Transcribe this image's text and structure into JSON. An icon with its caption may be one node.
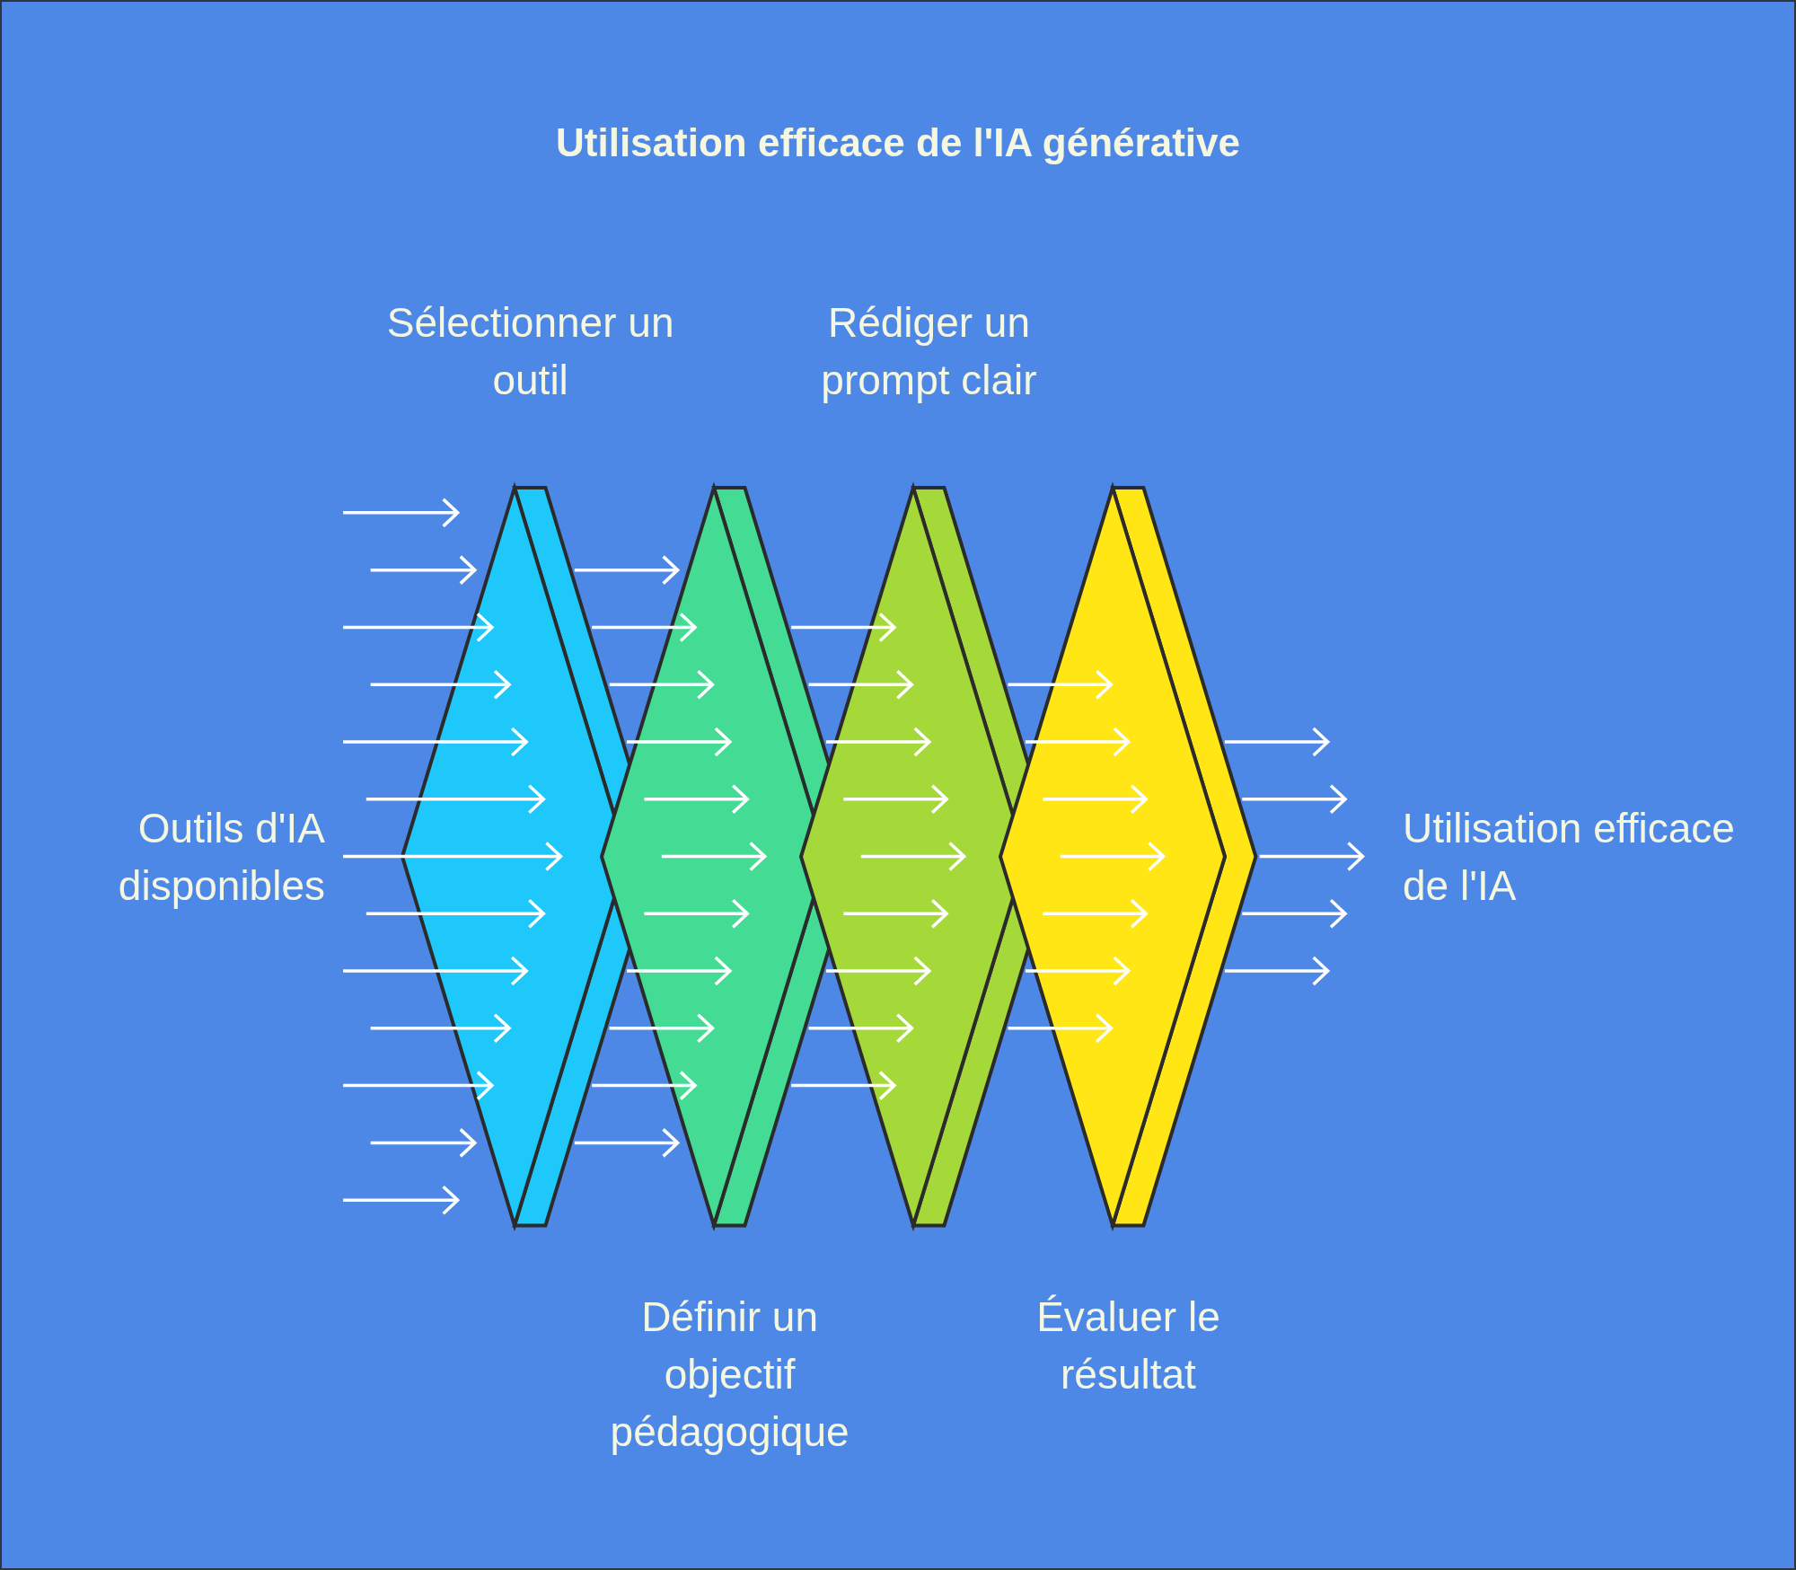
{
  "diagram": {
    "title": "Utilisation efficace de l'IA générative",
    "nodes": [
      {
        "text": [
          "Sélectionner un outil"
        ]
      },
      {
        "text": [
          "Définir un objectif pédagogique"
        ]
      },
      {
        "text": [
          "Rédiger un prompt clair"
        ]
      },
      {
        "text": [
          "Évaluer le résultat"
        ]
      }
    ],
    "edges": [
      {
        "from": null,
        "to": 0,
        "arrow": "to"
      },
      {
        "from": null,
        "to": 0,
        "arrow": "to"
      },
      {
        "from": null,
        "to": 0,
        "arrow": "to"
      },
      {
        "from": null,
        "to": 0,
        "arrow": "to"
      },
      {
        "from": null,
        "to": 0,
        "arrow": "to"
      },
      {
        "from": null,
        "to": 0,
        "arrow": "to"
      },
      {
        "from": null,
        "to": 0,
        "arrow": "to"
      },
      {
        "from": null,
        "to": 0,
        "arrow": "to"
      },
      {
        "from": null,
        "to": 0,
        "arrow": "to"
      },
      {
        "from": null,
        "to": 0,
        "arrow": "to"
      },
      {
        "from": null,
        "to": 0,
        "arrow": "to"
      },
      {
        "from": null,
        "to": 0,
        "arrow": "to"
      },
      {
        "from": null,
        "to": 0,
        "arrow": "to"
      },
      {
        "from": 0,
        "to": 1,
        "arrow": "to"
      },
      {
        "from": 0,
        "to": 1,
        "arrow": "to"
      },
      {
        "from": 0,
        "to": 1,
        "arrow": "to"
      },
      {
        "from": 0,
        "to": 1,
        "arrow": "to"
      },
      {
        "from": 0,
        "to": 1,
        "arrow": "to"
      },
      {
        "from": 0,
        "to": 1,
        "arrow": "to"
      },
      {
        "from": 0,
        "to": 1,
        "arrow": "to"
      },
      {
        "from": 0,
        "to": 1,
        "arrow": "to"
      },
      {
        "from": 0,
        "to": 1,
        "arrow": "to"
      },
      {
        "from": 0,
        "to": 1,
        "arrow": "to"
      },
      {
        "from": 0,
        "to": 1,
        "arrow": "to"
      },
      {
        "from": 1,
        "to": 2,
        "arrow": "to"
      },
      {
        "from": 1,
        "to": 2,
        "arrow": "to"
      },
      {
        "from": 1,
        "to": 2,
        "arrow": "to"
      },
      {
        "from": 1,
        "to": 2,
        "arrow": "to"
      },
      {
        "from": 1,
        "to": 2,
        "arrow": "to"
      },
      {
        "from": 1,
        "to": 2,
        "arrow": "to"
      },
      {
        "from": 1,
        "to": 2,
        "arrow": "to"
      },
      {
        "from": 1,
        "to": 2,
        "arrow": "to"
      },
      {
        "from": 1,
        "to": 2,
        "arrow": "to"
      },
      {
        "from": 2,
        "to": 3,
        "arrow": "to"
      },
      {
        "from": 2,
        "to": 3,
        "arrow": "to"
      },
      {
        "from": 2,
        "to": 3,
        "arrow": "to"
      },
      {
        "from": 2,
        "to": 3,
        "arrow": "to"
      },
      {
        "from": 2,
        "to": 3,
        "arrow": "to"
      },
      {
        "from": 2,
        "to": 3,
        "arrow": "to"
      },
      {
        "from": 2,
        "to": 3,
        "arrow": "to"
      },
      {
        "from": 3,
        "to": null,
        "arrow": "to"
      },
      {
        "from": 3,
        "to": null,
        "arrow": "to"
      },
      {
        "from": 3,
        "to": null,
        "arrow": "to"
      },
      {
        "from": 3,
        "to": null,
        "arrow": "to"
      },
      {
        "from": 3,
        "to": null,
        "arrow": "to"
      }
    ],
    "labels": [
      "Outils d'IA disponibles",
      "Utilisation efficace de l'IA"
    ]
  }
}
